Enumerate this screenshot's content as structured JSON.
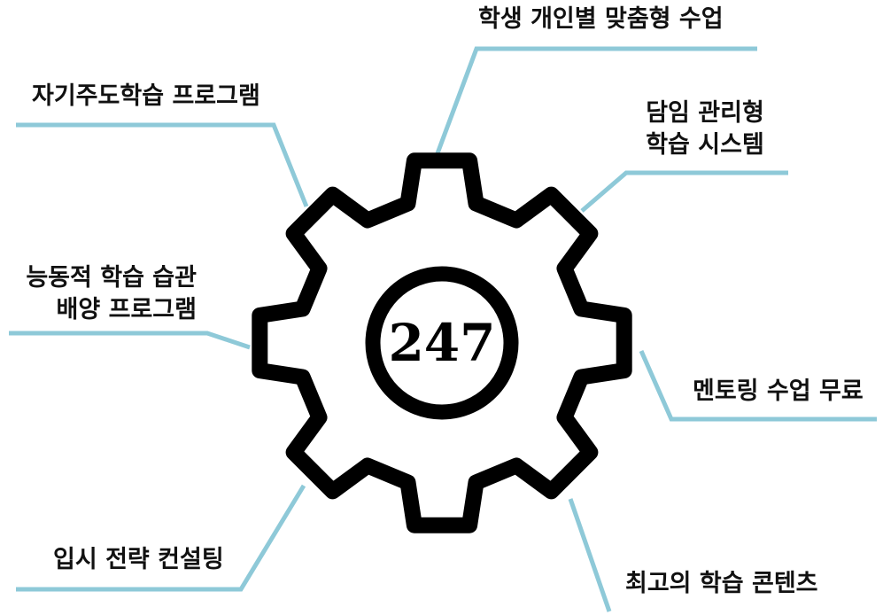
{
  "hub": {
    "text": "247"
  },
  "colors": {
    "connector": "#8ec9d8",
    "gear": "#000000",
    "text": "#111111"
  },
  "items": [
    {
      "id": "top",
      "lines": [
        "학생 개인별 맞춤형 수업"
      ]
    },
    {
      "id": "top-left",
      "lines": [
        "자기주도학습 프로그램"
      ]
    },
    {
      "id": "top-right",
      "lines": [
        "담임 관리형",
        "학습 시스템"
      ]
    },
    {
      "id": "mid-left",
      "lines": [
        "능동적 학습 습관",
        "배양 프로그램"
      ]
    },
    {
      "id": "mid-right",
      "lines": [
        "멘토링 수업 무료"
      ]
    },
    {
      "id": "bot-left",
      "lines": [
        "입시 전략 컨설팅"
      ]
    },
    {
      "id": "bot-right",
      "lines": [
        "최고의 학습 콘텐츠"
      ]
    }
  ]
}
